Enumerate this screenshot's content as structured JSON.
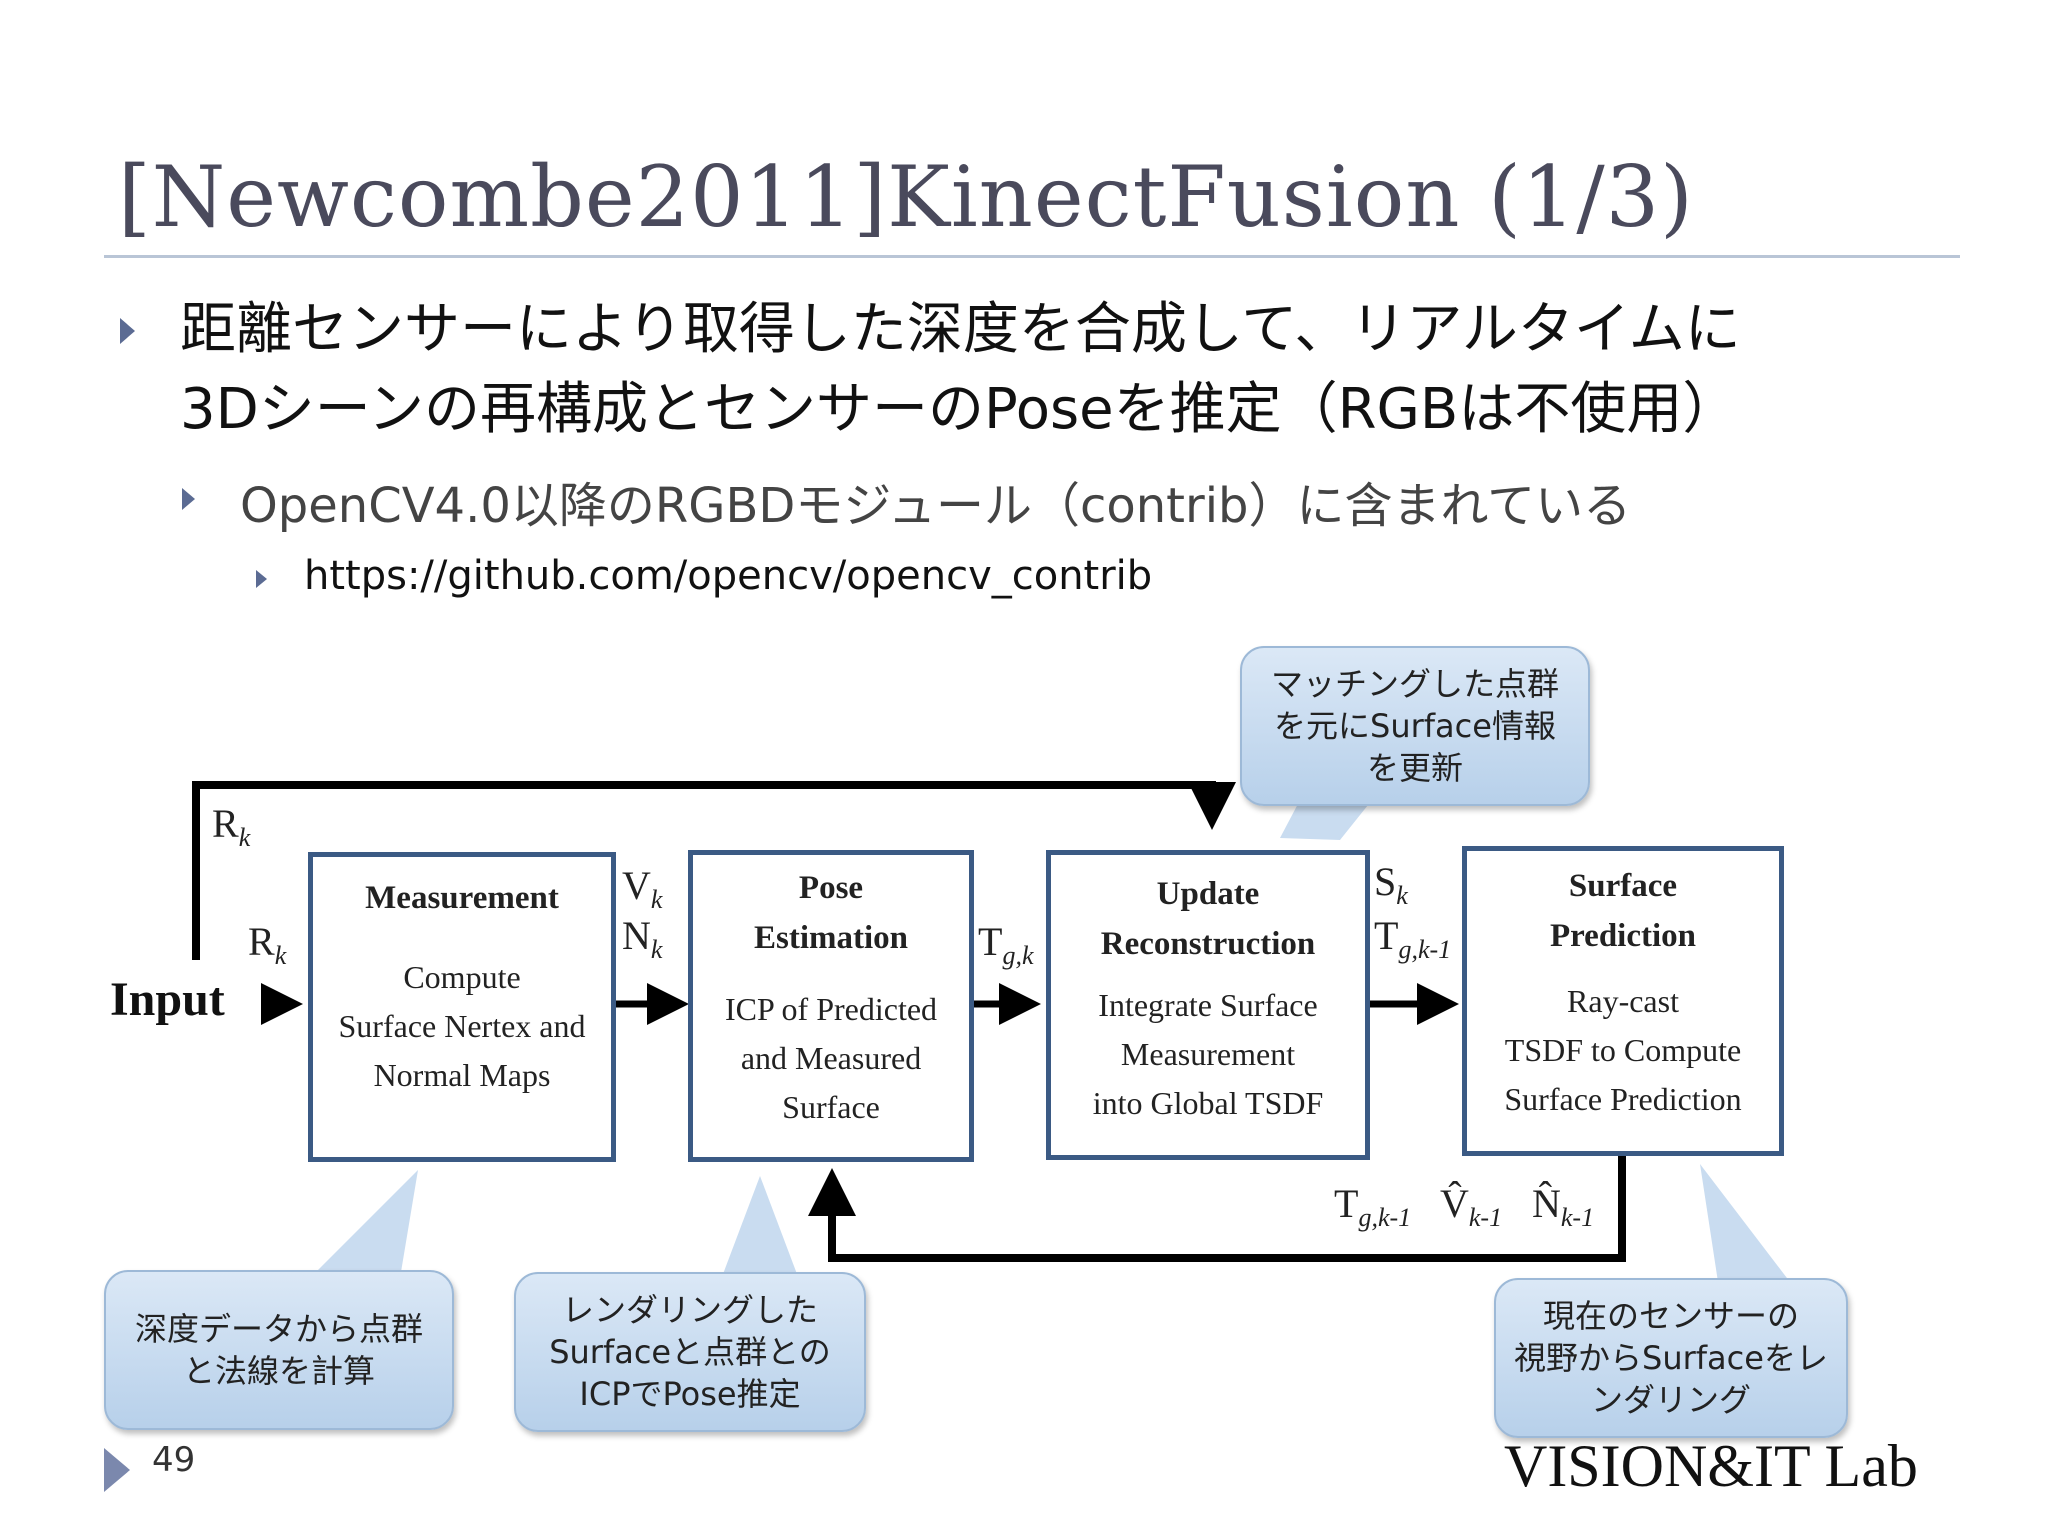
{
  "title": "[Newcombe2011]KinectFusion (1/3)",
  "bullets": {
    "level1_line1": "距離センサーにより取得した深度を合成して、リアルタイムに",
    "level1_line2": "3Dシーンの再構成とセンサーのPoseを推定（RGBは不使用）",
    "level2": "OpenCV4.0以降のRGBDモジュール（contrib）に含まれている",
    "level3": "https://github.com/opencv/opencv_contrib"
  },
  "diagram": {
    "input_label": "Input",
    "rk_top": "R",
    "rk_input": "R",
    "k": "k",
    "boxes": {
      "measurement": {
        "title": "Measurement",
        "body": [
          "Compute",
          "Surface Nertex and",
          "Normal Maps"
        ]
      },
      "pose": {
        "title": [
          "Pose",
          "Estimation"
        ],
        "body": [
          "ICP of Predicted",
          "and Measured",
          "Surface"
        ]
      },
      "update": {
        "title": [
          "Update",
          "Reconstruction"
        ],
        "body": [
          "Integrate Surface",
          "Measurement",
          "into Global TSDF"
        ]
      },
      "prediction": {
        "title": [
          "Surface",
          "Prediction"
        ],
        "body": [
          "Ray-cast",
          "TSDF to Compute",
          "Surface Prediction"
        ]
      }
    },
    "symbols": {
      "V": "V",
      "N": "N",
      "T": "T",
      "S": "S",
      "gk": "g,k",
      "gk1": "g,k-1",
      "k1": "k-1",
      "Vhat": "V̂",
      "Nhat": "N̂"
    }
  },
  "callouts": {
    "update": "マッチングした点群\nを元にSurface情報\nを更新",
    "measurement": "深度データから点群\nと法線を計算",
    "pose": "レンダリングした\nSurfaceと点群との\nICPでPose推定",
    "prediction": "現在のセンサーの\n視野からSurfaceをレ\nンダリング"
  },
  "page_number": "49",
  "logo": "VISION&IT Lab",
  "colors": {
    "box_border": "#3b5a84",
    "callout_fill": "#c9dcf0",
    "bullet": "#5b6b93",
    "title": "#4a4a5c"
  }
}
